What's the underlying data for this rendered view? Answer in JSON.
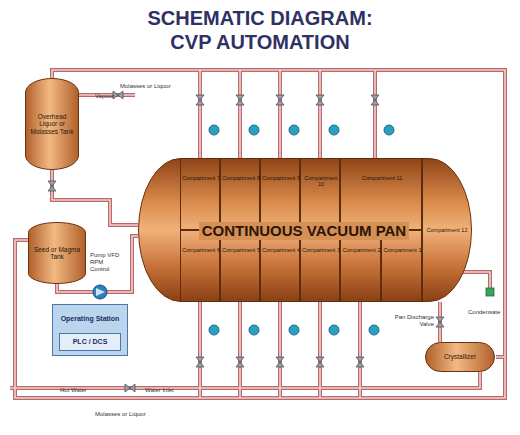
{
  "diagram": {
    "title": "SCHEMATIC DIAGRAM: CVP AUTOMATION",
    "nodes": [
      {
        "text": [
          "Overhead Liquor or Molasses Tank"
        ]
      },
      {
        "text": [
          "Seed or Magma Tank"
        ]
      },
      {
        "text": [
          "Operating Station"
        ]
      },
      {
        "text": [
          "PLC / DCS"
        ],
        "in": 2
      },
      {
        "text": [
          "CONTINUOUS VACUUM PAN"
        ]
      },
      {
        "text": [
          "Compartment 7"
        ],
        "in": 4
      },
      {
        "text": [
          "Compartment 8"
        ],
        "in": 4
      },
      {
        "text": [
          "Compartment 9"
        ],
        "in": 4
      },
      {
        "text": [
          "Compartment 10"
        ],
        "in": 4
      },
      {
        "text": [
          "Compartment 11"
        ],
        "in": 4
      },
      {
        "text": [
          "Compartment 12"
        ],
        "in": 4
      },
      {
        "text": [
          "Compartment 6"
        ],
        "in": 4
      },
      {
        "text": [
          "Compartment 5"
        ],
        "in": 4
      },
      {
        "text": [
          "Compartment 4"
        ],
        "in": 4
      },
      {
        "text": [
          "Compartment 3"
        ],
        "in": 4
      },
      {
        "text": [
          "Compartment 2"
        ],
        "in": 4
      },
      {
        "text": [
          "Compartment 1"
        ],
        "in": 4
      },
      {
        "text": [
          "Crystallizer"
        ]
      }
    ],
    "edges": [
      {
        "from": 0,
        "to": 4,
        "arrow": "none"
      },
      {
        "from": 1,
        "to": 4,
        "arrow": "none"
      },
      {
        "from": 4,
        "to": 17,
        "arrow": "none"
      }
    ],
    "labels": [
      "Molasses or Liquor",
      "Vapour",
      "Pump VFD RPM Control",
      "Condensate",
      "Pan Discharge Valve",
      "Hot Water",
      "Water Inlet",
      "Molasses or Liquor"
    ]
  }
}
